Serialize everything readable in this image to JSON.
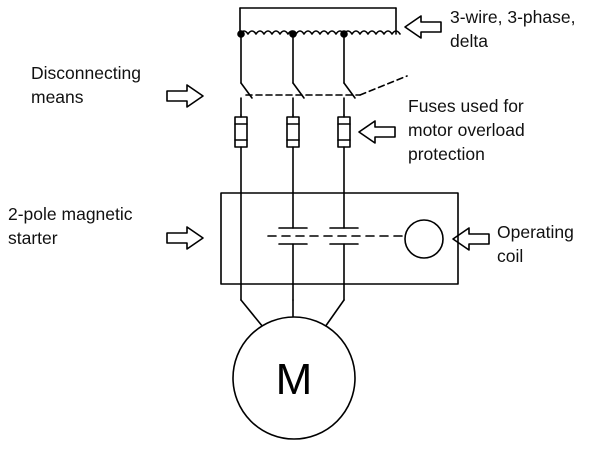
{
  "labels": {
    "supply": [
      "3-wire, 3-phase,",
      "delta"
    ],
    "disconnect": [
      "Disconnecting",
      "means"
    ],
    "fuses": [
      "Fuses used for",
      "motor overload",
      "protection"
    ],
    "starter": [
      "2-pole magnetic",
      "starter"
    ],
    "coil": [
      "Operating",
      "coil"
    ]
  },
  "motor": {
    "letter": "M"
  },
  "colors": {
    "stroke": "#000000",
    "text": "#111111"
  },
  "icons": {
    "arrow_right": "hollow-arrow-right-icon",
    "arrow_left": "hollow-arrow-left-icon"
  }
}
